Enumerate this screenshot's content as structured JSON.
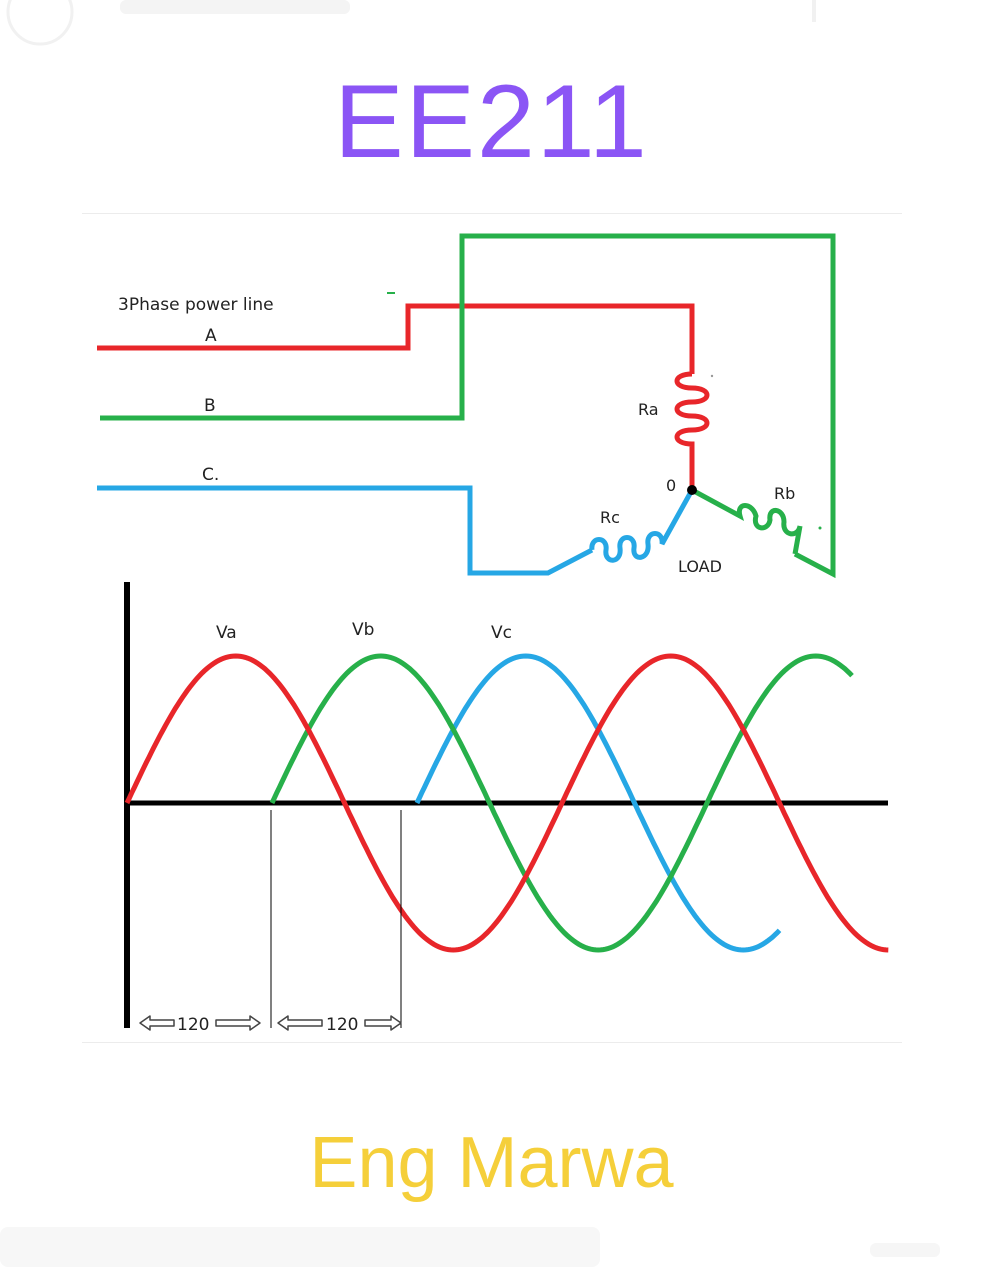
{
  "header": {
    "title": "EE211"
  },
  "footer": {
    "author": "Eng Marwa"
  },
  "colors": {
    "title": "#8b55f5",
    "author": "#f5cf3a",
    "phase_a": "#e8262a",
    "phase_b": "#27b04a",
    "phase_c": "#26a7e5",
    "axis": "#000000"
  },
  "circuit": {
    "heading": "3Phase power line",
    "line_a": "A",
    "line_b": "B",
    "line_c": "C.",
    "resistor_a": "Ra",
    "resistor_b": "Rb",
    "resistor_c": "Rc",
    "neutral": "0",
    "load": "LOAD"
  },
  "waveform": {
    "label_a": "Va",
    "label_b": "Vb",
    "label_c": "Vc",
    "shift_1": "120",
    "shift_2": "120",
    "phase_shift_deg": 120
  }
}
